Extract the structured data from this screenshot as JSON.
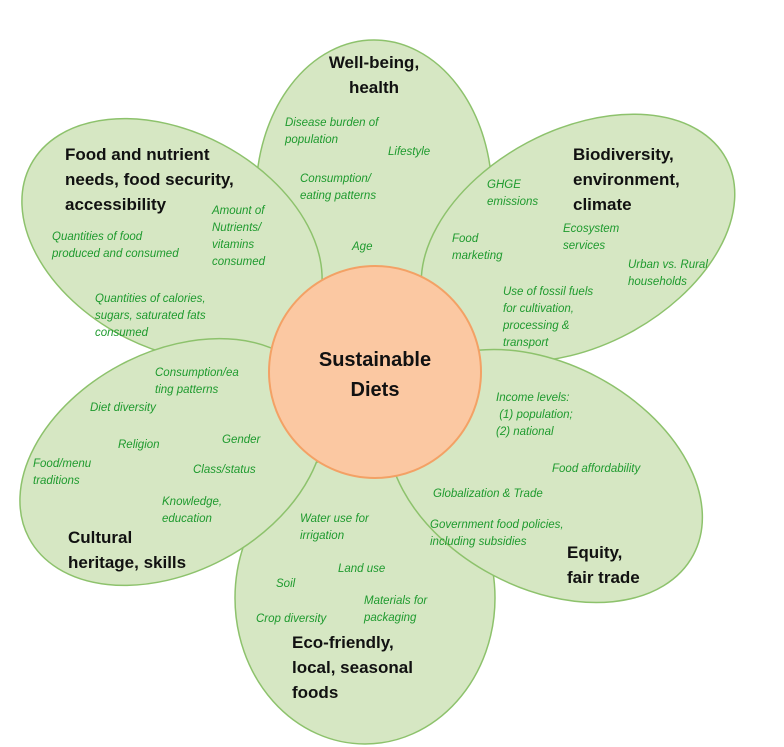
{
  "center": {
    "lines": [
      "Sustainable",
      "Diets"
    ]
  },
  "colors": {
    "petal_fill": "#d6e7c3",
    "petal_stroke": "#8dc26c",
    "center_fill": "#fbc8a2",
    "center_stroke": "#f3a165",
    "item_text": "#1e9a2e"
  },
  "petals": {
    "top": {
      "title": [
        "Well-being,",
        "health"
      ],
      "items": [
        [
          "Disease burden of",
          "population"
        ],
        [
          "Lifestyle"
        ],
        [
          "Consumption/",
          "eating patterns"
        ],
        [
          "Age"
        ]
      ]
    },
    "upper_left": {
      "title": [
        "Food and nutrient",
        "needs, food security,",
        "accessibility"
      ],
      "items": [
        [
          "Amount of",
          "Nutrients/",
          "vitamins",
          "consumed"
        ],
        [
          "Quantities of food",
          "produced and consumed"
        ],
        [
          "Quantities of calories,",
          "sugars, saturated fats",
          "consumed"
        ]
      ]
    },
    "upper_right": {
      "title": [
        "Biodiversity,",
        "environment,",
        "climate"
      ],
      "items": [
        [
          "GHGE",
          "emissions"
        ],
        [
          "Food",
          "marketing"
        ],
        [
          "Ecosystem",
          "services"
        ],
        [
          "Urban vs. Rural",
          "households"
        ],
        [
          "Use of fossil fuels",
          "for cultivation,",
          "processing &",
          "transport"
        ]
      ]
    },
    "lower_left": {
      "title": [
        "Cultural",
        "heritage, skills"
      ],
      "items": [
        [
          "Consumption/ea",
          "ting patterns"
        ],
        [
          "Diet diversity"
        ],
        [
          "Religion"
        ],
        [
          "Gender"
        ],
        [
          "Food/menu",
          "traditions"
        ],
        [
          "Class/status"
        ],
        [
          "Knowledge,",
          "education"
        ]
      ]
    },
    "lower_right": {
      "title": [
        "Equity,",
        "fair trade"
      ],
      "items": [
        [
          "Income levels:",
          " (1) population;",
          "(2) national"
        ],
        [
          "Food affordability"
        ],
        [
          "Globalization & Trade"
        ],
        [
          "Government food policies,",
          "including subsidies"
        ]
      ]
    },
    "bottom": {
      "title": [
        "Eco-friendly,",
        "local, seasonal",
        "foods"
      ],
      "items": [
        [
          "Water use for",
          "irrigation"
        ],
        [
          "Land use"
        ],
        [
          "Soil"
        ],
        [
          "Materials for",
          "packaging"
        ],
        [
          "Crop diversity"
        ]
      ]
    }
  }
}
